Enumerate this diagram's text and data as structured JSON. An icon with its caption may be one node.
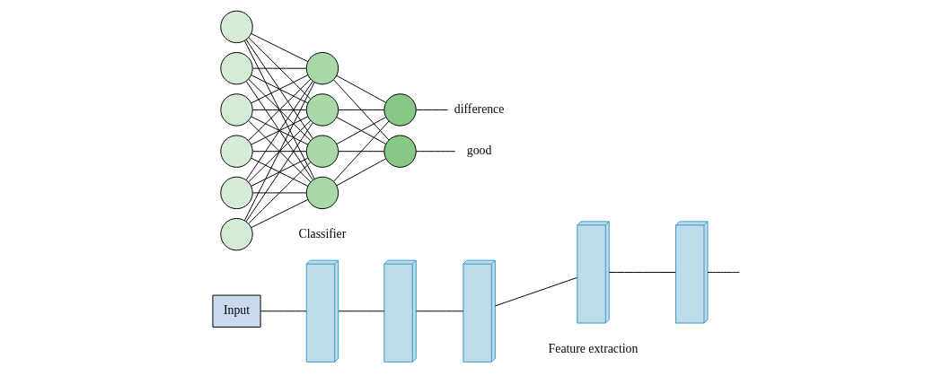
{
  "diagram": {
    "nodes": [
      {
        "text": [
          "Input"
        ]
      },
      {
        "text": [],
        "shape": "box"
      },
      {
        "text": [],
        "shape": "box"
      },
      {
        "text": [],
        "shape": "box"
      },
      {
        "text": [],
        "shape": "box"
      },
      {
        "text": [],
        "shape": "box"
      },
      {
        "text": [],
        "shape": "circle"
      },
      {
        "text": [],
        "shape": "circle"
      },
      {
        "text": [],
        "shape": "circle"
      },
      {
        "text": [],
        "shape": "circle"
      },
      {
        "text": [],
        "shape": "circle"
      },
      {
        "text": [],
        "shape": "circle"
      },
      {
        "text": [],
        "shape": "circle"
      },
      {
        "text": [],
        "shape": "circle"
      },
      {
        "text": [],
        "shape": "circle"
      },
      {
        "text": [],
        "shape": "circle"
      },
      {
        "text": [],
        "shape": "circle"
      },
      {
        "text": [],
        "shape": "circle"
      },
      {
        "text": [
          "difference"
        ]
      },
      {
        "text": [
          "good"
        ]
      }
    ],
    "edges": [
      {
        "from": 0,
        "to": 1,
        "arrow": "none"
      },
      {
        "from": 1,
        "to": 2,
        "arrow": "none"
      },
      {
        "from": 2,
        "to": 3,
        "arrow": "none"
      },
      {
        "from": 3,
        "to": 4,
        "arrow": "none"
      },
      {
        "from": 4,
        "to": 5,
        "arrow": "none"
      },
      {
        "from": 5,
        "to": null,
        "arrow": "none"
      },
      {
        "from": 6,
        "to": 12,
        "arrow": "none"
      },
      {
        "from": 6,
        "to": 13,
        "arrow": "none"
      },
      {
        "from": 6,
        "to": 14,
        "arrow": "none"
      },
      {
        "from": 6,
        "to": 15,
        "arrow": "none"
      },
      {
        "from": 7,
        "to": 12,
        "arrow": "none"
      },
      {
        "from": 7,
        "to": 13,
        "arrow": "none"
      },
      {
        "from": 7,
        "to": 14,
        "arrow": "none"
      },
      {
        "from": 7,
        "to": 15,
        "arrow": "none"
      },
      {
        "from": 8,
        "to": 12,
        "arrow": "none"
      },
      {
        "from": 8,
        "to": 13,
        "arrow": "none"
      },
      {
        "from": 8,
        "to": 14,
        "arrow": "none"
      },
      {
        "from": 8,
        "to": 15,
        "arrow": "none"
      },
      {
        "from": 9,
        "to": 12,
        "arrow": "none"
      },
      {
        "from": 9,
        "to": 13,
        "arrow": "none"
      },
      {
        "from": 9,
        "to": 14,
        "arrow": "none"
      },
      {
        "from": 9,
        "to": 15,
        "arrow": "none"
      },
      {
        "from": 10,
        "to": 12,
        "arrow": "none"
      },
      {
        "from": 10,
        "to": 13,
        "arrow": "none"
      },
      {
        "from": 10,
        "to": 14,
        "arrow": "none"
      },
      {
        "from": 10,
        "to": 15,
        "arrow": "none"
      },
      {
        "from": 11,
        "to": 12,
        "arrow": "none"
      },
      {
        "from": 11,
        "to": 13,
        "arrow": "none"
      },
      {
        "from": 11,
        "to": 14,
        "arrow": "none"
      },
      {
        "from": 11,
        "to": 15,
        "arrow": "none"
      },
      {
        "from": 12,
        "to": 16,
        "arrow": "none"
      },
      {
        "from": 12,
        "to": 17,
        "arrow": "none"
      },
      {
        "from": 13,
        "to": 16,
        "arrow": "none"
      },
      {
        "from": 13,
        "to": 17,
        "arrow": "none"
      },
      {
        "from": 14,
        "to": 16,
        "arrow": "none"
      },
      {
        "from": 14,
        "to": 17,
        "arrow": "none"
      },
      {
        "from": 15,
        "to": 16,
        "arrow": "none"
      },
      {
        "from": 15,
        "to": 17,
        "arrow": "none"
      },
      {
        "from": 16,
        "to": 18,
        "arrow": "none"
      },
      {
        "from": 17,
        "to": 19,
        "arrow": "none"
      }
    ],
    "labels": [
      "Feature extraction",
      "Classifier"
    ]
  }
}
